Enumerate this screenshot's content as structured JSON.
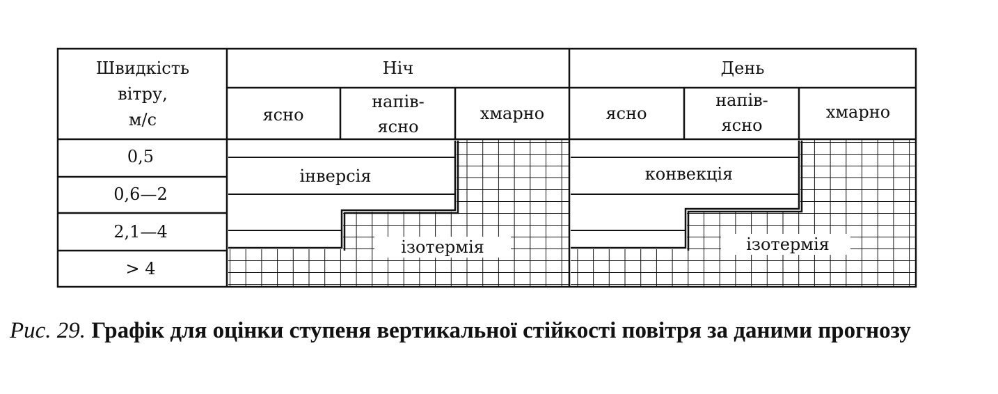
{
  "table": {
    "header": {
      "wind_speed": [
        "Швидкість",
        "вітру,",
        "м/с"
      ],
      "night": "Ніч",
      "day": "День",
      "conditions": [
        [
          "ясно"
        ],
        [
          "напів-",
          "ясно"
        ],
        [
          "хмарно"
        ]
      ]
    },
    "rows": [
      "0,5",
      "0,6—2",
      "2,1—4",
      "> 4"
    ],
    "zones": {
      "inversion": "інверсія",
      "convection": "конвекція",
      "isothermy": "ізотермія"
    },
    "grid_note": "isothermy zones are drawn with a square grid hatch; inversion and convection zones are drawn with horizontal lines"
  },
  "caption": {
    "label": "Рис. 29.",
    "text": "Графік для оцінки ступеня вертикальної стійкості повітря за даними прогнозу"
  }
}
